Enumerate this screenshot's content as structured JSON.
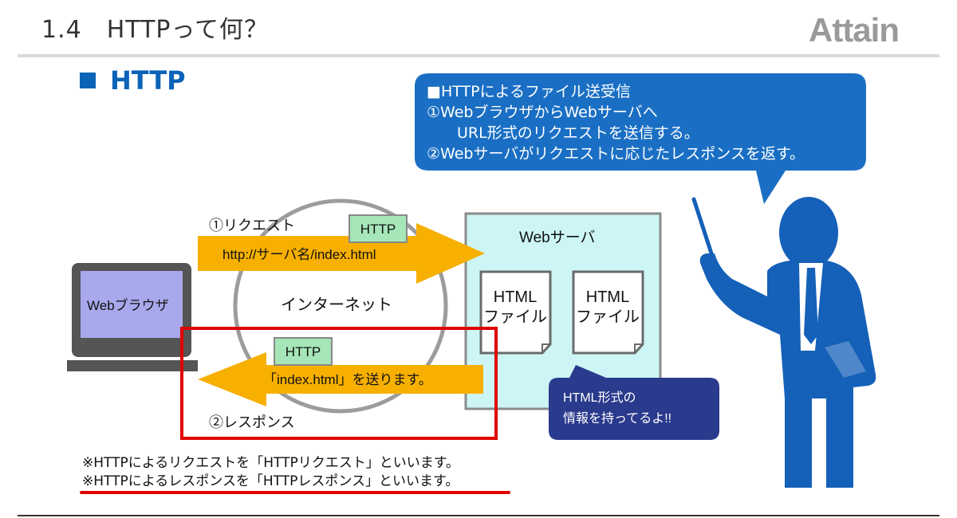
{
  "header": {
    "title": "1.4　HTTPって何？",
    "logo_text": "Attain"
  },
  "section": {
    "heading": "HTTP"
  },
  "speech_bubble": {
    "lines": [
      "■HTTPによるファイル送受信",
      "①WebブラウザからWebサーバへ",
      "　　URL形式のリクエストを送信する。",
      "②Webサーバがリクエストに応じたレスポンスを返す。"
    ]
  },
  "diagram": {
    "browser_label": "Webブラウザ",
    "internet_label": "インターネット",
    "server_label": "Webサーバ",
    "files": [
      {
        "line1": "HTML",
        "line2": "ファイル"
      },
      {
        "line1": "HTML",
        "line2": "ファイル"
      }
    ],
    "request": {
      "label": "①リクエスト",
      "tag": "HTTP",
      "text": "http://サーバ名/index.html"
    },
    "response": {
      "label": "②レスポンス",
      "tag": "HTTP",
      "text": "「index.html」を送ります。"
    },
    "server_callout": {
      "line1": "HTML形式の",
      "line2": "情報を持ってるよ!!"
    }
  },
  "notes": [
    "※HTTPによるリクエストを「HTTPリクエスト」といいます。",
    "※HTTPによるレスポンスを「HTTPレスポンス」といいます。"
  ],
  "colors": {
    "accent_blue": "#0b63b8",
    "bubble_blue": "#1a6fc4",
    "arrow_orange": "#f7b000",
    "tag_green": "#a6e6b8",
    "server_bg": "#cdf5f5",
    "highlight_red": "#e00000",
    "callout_navy": "#2a3a8c",
    "screen_purple": "#a8a8ec"
  }
}
